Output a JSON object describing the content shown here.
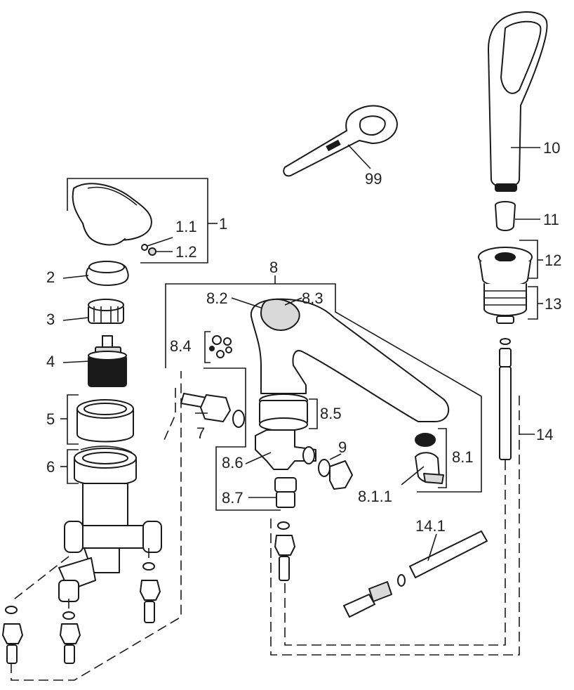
{
  "labels": {
    "l1": "1",
    "l1_1": "1.1",
    "l1_2": "1.2",
    "l2": "2",
    "l3": "3",
    "l4": "4",
    "l5": "5",
    "l6": "6",
    "l7": "7",
    "l8": "8",
    "l8_1": "8.1",
    "l8_1_1": "8.1.1",
    "l8_2": "8.2",
    "l8_3": "8.3",
    "l8_4": "8.4",
    "l8_5": "8.5",
    "l8_6": "8.6",
    "l8_7": "8.7",
    "l9": "9",
    "l10": "10",
    "l11": "11",
    "l12": "12",
    "l13": "13",
    "l14": "14",
    "l14_1": "14.1",
    "l99": "99"
  }
}
